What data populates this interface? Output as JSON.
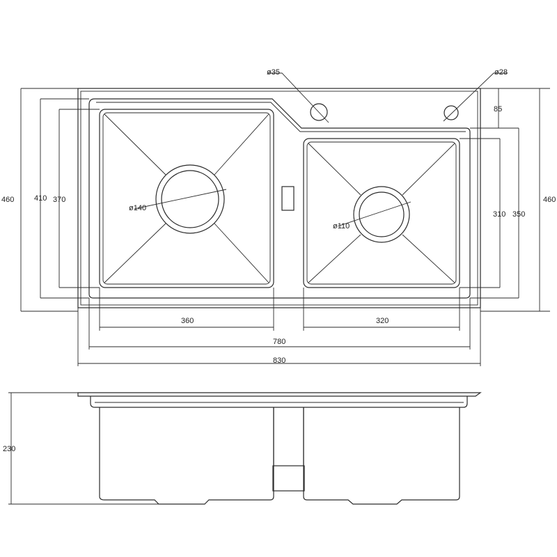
{
  "title": "Double bowl sink technical drawing",
  "top_view": {
    "hole_left_diameter": "ø35",
    "hole_right_diameter": "ø28",
    "tap_offset": "85",
    "overall_depth_left": "460",
    "inner_depth": "410",
    "left_bowl_depth": "370",
    "left_drain_diameter": "ø140",
    "right_drain_diameter": "ø110",
    "right_bowl_depth": "310",
    "right_inner_depth": "350",
    "overall_depth_right": "460",
    "left_bowl_width": "360",
    "right_bowl_width": "320",
    "inner_width": "780",
    "overall_width": "830"
  },
  "side_view": {
    "height": "230"
  }
}
